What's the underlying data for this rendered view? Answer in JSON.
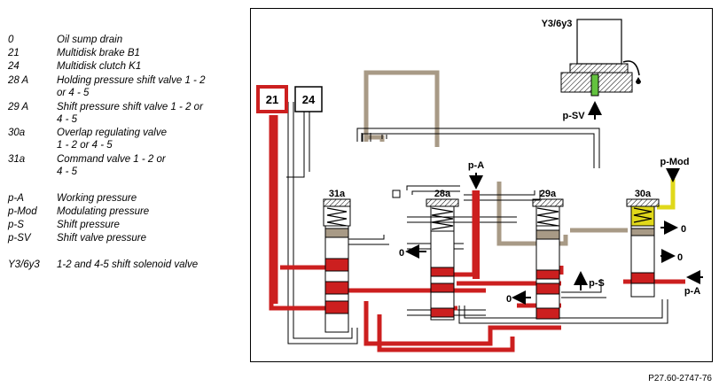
{
  "legend": [
    {
      "key": "0",
      "lines": [
        "Oil sump drain"
      ]
    },
    {
      "key": "21",
      "lines": [
        "Multidisk brake B1"
      ]
    },
    {
      "key": "24",
      "lines": [
        "Multidisk clutch K1"
      ]
    },
    {
      "key": "28 A",
      "lines": [
        "Holding pressure shift valve 1 - 2",
        "or 4 - 5"
      ]
    },
    {
      "key": "29 A",
      "lines": [
        "Shift pressure shift valve 1 - 2 or",
        "4 - 5"
      ]
    },
    {
      "key": "30a",
      "lines": [
        "Overlap regulating valve",
        "1 - 2 or 4 - 5"
      ]
    },
    {
      "key": "31a",
      "lines": [
        "Command valve 1 - 2 or",
        "4 - 5"
      ]
    },
    {
      "key": "p-A",
      "lines": [
        "Working pressure"
      ]
    },
    {
      "key": "p-Mod",
      "lines": [
        "Modulating pressure"
      ]
    },
    {
      "key": "p-S",
      "lines": [
        "Shift pressure"
      ]
    },
    {
      "key": "p-SV",
      "lines": [
        "Shift valve pressure"
      ]
    },
    {
      "key": "Y3/6y3",
      "lines": [
        "1-2 and 4-5 shift solenoid valve"
      ]
    }
  ],
  "diagram": {
    "solenoid_label": "Y3/6y3",
    "box_21": "21",
    "box_24": "24",
    "valve_31a": "31a",
    "valve_28a": "28a",
    "valve_29a": "29a",
    "valve_30a": "30a",
    "label_psv": "p-SV",
    "label_pa_top": "p-A",
    "label_pmod": "p-Mod",
    "label_ps": "p-S",
    "label_pa_right": "p-A",
    "zero_28a": "0",
    "zero_29a": "0",
    "zero_30a_top": "0",
    "zero_30a_bottom": "0"
  },
  "reference": "P27.60-2747-76",
  "colors": {
    "pressure": "#cc1f1f",
    "exhaust": "#a89a86",
    "modulating": "#e0d81a",
    "solenoid": "#63c23f"
  }
}
